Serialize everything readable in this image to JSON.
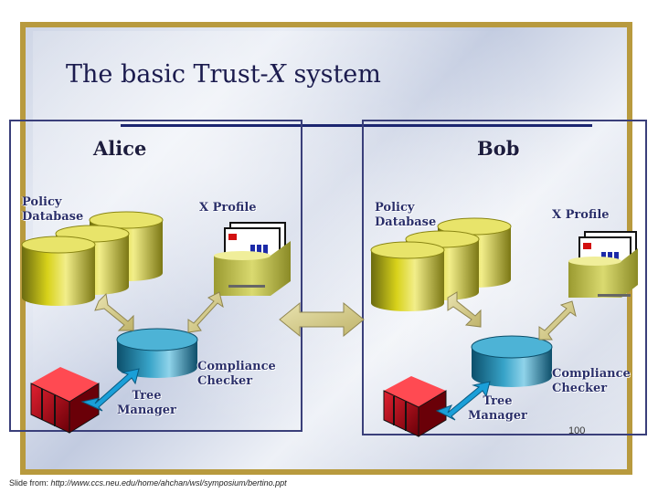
{
  "title": {
    "prefix": "The basic Trust-",
    "emph": "X",
    "suffix": " system"
  },
  "alice": {
    "name": "Alice",
    "policy_db": [
      "Policy",
      "Database"
    ],
    "x_profile": "X Profile",
    "tree_manager": [
      "Tree",
      "Manager"
    ],
    "compliance": [
      "Compliance",
      "Checker"
    ]
  },
  "bob": {
    "name": "Bob",
    "policy_db": [
      "Policy",
      "Database"
    ],
    "x_profile": "X Profile",
    "tree_manager": [
      "Tree",
      "Manager"
    ],
    "compliance": [
      "Compliance",
      "Checker"
    ]
  },
  "page_number": "100",
  "footer": {
    "prefix": "Slide from: ",
    "url": "http://www.ccs.neu.edu/home/ahchan/wsl/symposium/bertino.ppt"
  },
  "colors": {
    "frame": "#b89a3e",
    "panel_border": "#3a3f7a",
    "title": "#1b1b4e",
    "cylinder": "#d8d21a",
    "disk": "#37a3c8",
    "red_box": "#b0101a"
  }
}
